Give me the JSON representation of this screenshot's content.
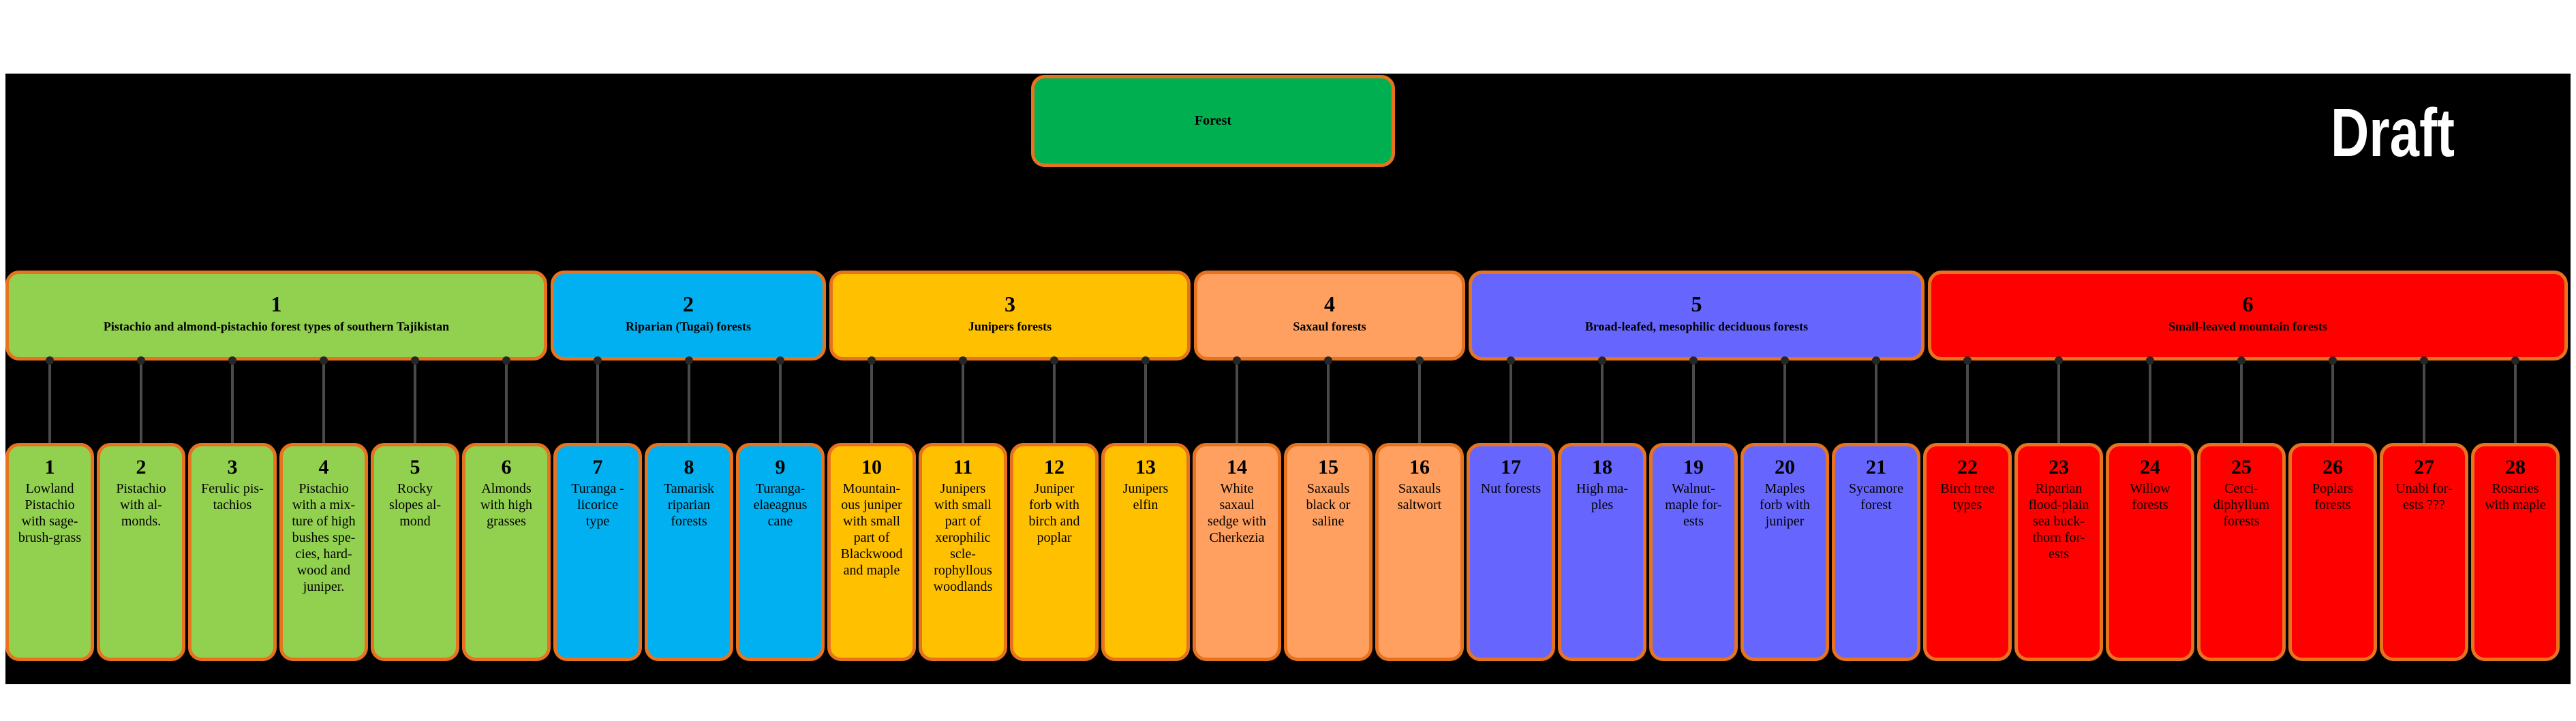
{
  "root": {
    "label": "Forest",
    "color": "#00b050"
  },
  "watermark": "Draft",
  "categories": [
    {
      "num": "1",
      "label": "Pistachio and almond-pistachio forest types of southern Tajikistan",
      "color": "#92d050"
    },
    {
      "num": "2",
      "label": "Riparian (Tugai) forests",
      "color": "#00b0f0"
    },
    {
      "num": "3",
      "label": "Junipers forests",
      "color": "#ffc000"
    },
    {
      "num": "4",
      "label": "Saxaul forests",
      "color": "#ffa060"
    },
    {
      "num": "5",
      "label": "Broad-leafed, mesophilic deciduous forests",
      "color": "#6666ff"
    },
    {
      "num": "6",
      "label": "Small-leaved mountain forests",
      "color": "#ff0000"
    }
  ],
  "leaves": [
    {
      "num": "1",
      "label": "Lowland Pistachio with sage-brush-grass",
      "cat": 0
    },
    {
      "num": "2",
      "label": "Pistachio with al-monds.",
      "cat": 0
    },
    {
      "num": "3",
      "label": "Ferulic pis-tachios",
      "cat": 0
    },
    {
      "num": "4",
      "label": "Pistachio with a mix-ture of high bushes spe-cies, hard-wood and juniper.",
      "cat": 0
    },
    {
      "num": "5",
      "label": "Rocky slopes al-mond",
      "cat": 0
    },
    {
      "num": "6",
      "label": "Almonds with high grasses",
      "cat": 0
    },
    {
      "num": "7",
      "label": "Turanga - licorice type",
      "cat": 1
    },
    {
      "num": "8",
      "label": "Tamarisk riparian forests",
      "cat": 1
    },
    {
      "num": "9",
      "label": "Turanga-elaeagnus cane",
      "cat": 1
    },
    {
      "num": "10",
      "label": "Mountain-ous juniper with small part of Blackwood and maple",
      "cat": 2
    },
    {
      "num": "11",
      "label": "Junipers with small part of xerophilic scle-rophyllous woodlands",
      "cat": 2
    },
    {
      "num": "12",
      "label": "Juniper forb with birch and poplar",
      "cat": 2
    },
    {
      "num": "13",
      "label": "Junipers elfin",
      "cat": 2
    },
    {
      "num": "14",
      "label": "White saxaul sedge with Cherkezia",
      "cat": 3
    },
    {
      "num": "15",
      "label": "Saxauls black or saline",
      "cat": 3
    },
    {
      "num": "16",
      "label": "Saxauls saltwort",
      "cat": 3
    },
    {
      "num": "17",
      "label": "Nut forests",
      "cat": 4
    },
    {
      "num": "18",
      "label": "High ma-ples",
      "cat": 4
    },
    {
      "num": "19",
      "label": "Walnut-maple for-ests",
      "cat": 4
    },
    {
      "num": "20",
      "label": "Maples forb with juniper",
      "cat": 4
    },
    {
      "num": "21",
      "label": "Sycamore forest",
      "cat": 4
    },
    {
      "num": "22",
      "label": "Birch tree types",
      "cat": 5
    },
    {
      "num": "23",
      "label": "Riparian flood-plain sea buck-thorn for-ests",
      "cat": 5
    },
    {
      "num": "24",
      "label": "Willow forests",
      "cat": 5
    },
    {
      "num": "25",
      "label": "Cerci-diphyllum forests",
      "cat": 5
    },
    {
      "num": "26",
      "label": "Poplars forests",
      "cat": 5
    },
    {
      "num": "27",
      "label": "Unabi for-ests ???",
      "cat": 5
    },
    {
      "num": "28",
      "label": "Rosaries with maple",
      "cat": 5
    }
  ],
  "colors": {
    "background": "#000000",
    "border": "#e8731e",
    "connector": "#4a4a4a"
  }
}
